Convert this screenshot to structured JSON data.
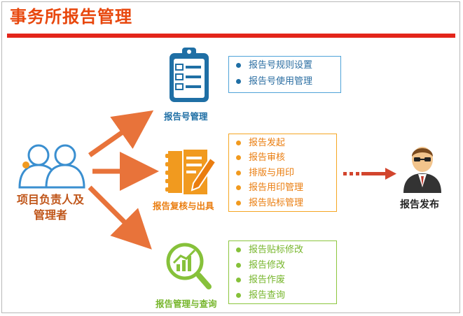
{
  "title": "事务所报告管理",
  "actor": {
    "line1": "项目负责人及",
    "line2": "管理者"
  },
  "branches": [
    {
      "label": "报告号管理",
      "icon": "clipboard-checklist-icon",
      "color": "#1f6fa5",
      "items": [
        "报告号规则设置",
        "报告号使用管理"
      ]
    },
    {
      "label": "报告复核与出具",
      "icon": "document-pencil-icon",
      "color": "#ea7d0f",
      "items": [
        "报告发起",
        "报告审核",
        "排版与用印",
        "报告用印管理",
        "报告贴标管理"
      ]
    },
    {
      "label": "报告管理与查询",
      "icon": "chart-magnifier-icon",
      "color": "#77b62c",
      "items": [
        "报告贴标修改",
        "报告修改",
        "报告作废",
        "报告查询"
      ]
    }
  ],
  "output": {
    "label": "报告发布",
    "icon": "businessman-icon"
  },
  "colors": {
    "title": "#e8470d",
    "title_bar": "#e3251b",
    "arrow": "#e8733a",
    "people_icon": "#3a8fd0"
  }
}
